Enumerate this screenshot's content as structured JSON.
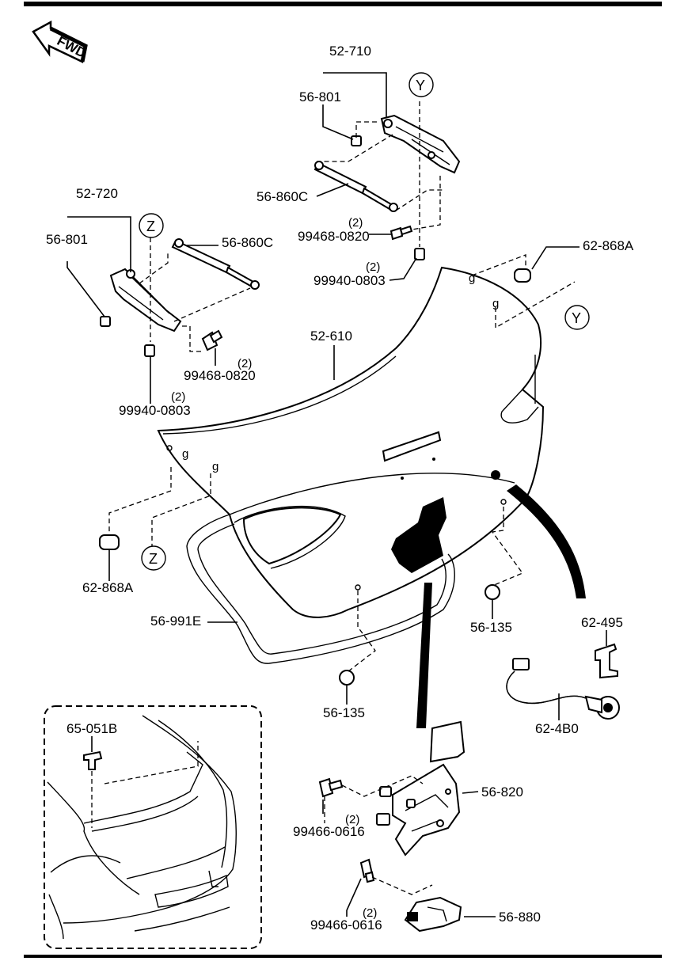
{
  "direction": {
    "label": "FWD"
  },
  "ref_markers": [
    "Y",
    "Z"
  ],
  "parts": {
    "p52_710": "52-710",
    "p56_801a": "56-801",
    "p56_860C_a": "56-860C",
    "p99468_a": "99468-0820",
    "p99940_a": "99940-0803",
    "p52_720": "52-720",
    "p56_801b": "56-801",
    "p56_860C_b": "56-860C",
    "p99468_b": "99468-0820",
    "p99940_b": "99940-0803",
    "p62_868A_a": "62-868A",
    "p62_868A_b": "62-868A",
    "p52_610": "52-610",
    "p56_991E": "56-991E",
    "p56_135a": "56-135",
    "p56_135b": "56-135",
    "p62_495": "62-495",
    "p62_4B0": "62-4B0",
    "p65_051B": "65-051B",
    "p56_820": "56-820",
    "p99466_a": "99466-0616",
    "p99466_b": "99466-0616",
    "p56_880": "56-880"
  },
  "quantities": {
    "q2": "(2)"
  }
}
